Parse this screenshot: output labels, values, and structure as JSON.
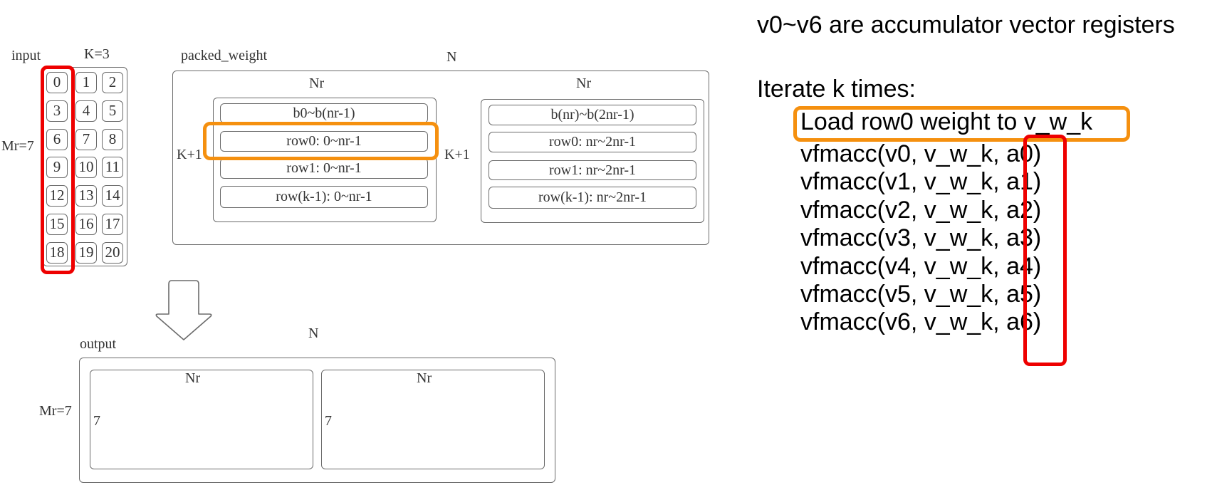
{
  "input": {
    "title": "input",
    "k_label": "K=3",
    "mr_label": "Mr=7",
    "cells": [
      [
        "0",
        "1",
        "2"
      ],
      [
        "3",
        "4",
        "5"
      ],
      [
        "6",
        "7",
        "8"
      ],
      [
        "9",
        "10",
        "11"
      ],
      [
        "12",
        "13",
        "14"
      ],
      [
        "15",
        "16",
        "17"
      ],
      [
        "18",
        "19",
        "20"
      ]
    ]
  },
  "packed_weight": {
    "title": "packed_weight",
    "n_label": "N",
    "blocks": [
      {
        "nr_label": "Nr",
        "k_label": "K+1",
        "rows": [
          "b0~b(nr-1)",
          "row0: 0~nr-1",
          "row1: 0~nr-1",
          "row(k-1): 0~nr-1"
        ]
      },
      {
        "nr_label": "Nr",
        "k_label": "K+1",
        "rows": [
          "b(nr)~b(2nr-1)",
          "row0: nr~2nr-1",
          "row1: nr~2nr-1",
          "row(k-1): nr~2nr-1"
        ]
      }
    ]
  },
  "arrow": {
    "icon": "down-arrow-icon"
  },
  "output": {
    "title": "output",
    "n_label": "N",
    "mr_label": "Mr=7",
    "blocks": [
      {
        "nr_label": "Nr",
        "m_label": "7"
      },
      {
        "nr_label": "Nr",
        "m_label": "7"
      }
    ]
  },
  "explanation": {
    "header": "v0~v6 are accumulator vector registers",
    "loop_title": "Iterate k times:",
    "load_line": "Load row0 weight to v_w_k",
    "vfmacc_lines": [
      {
        "prefix": "vfmacc(v0, v_w_k, ",
        "arg": "a0",
        "suffix": ")"
      },
      {
        "prefix": "vfmacc(v1, v_w_k, ",
        "arg": "a1",
        "suffix": ")"
      },
      {
        "prefix": "vfmacc(v2, v_w_k, ",
        "arg": "a2",
        "suffix": ")"
      },
      {
        "prefix": "vfmacc(v3, v_w_k, ",
        "arg": "a3",
        "suffix": ")"
      },
      {
        "prefix": "vfmacc(v4, v_w_k, ",
        "arg": "a4",
        "suffix": ")"
      },
      {
        "prefix": "vfmacc(v5, v_w_k, ",
        "arg": "a5",
        "suffix": ")"
      },
      {
        "prefix": "vfmacc(v6, v_w_k, ",
        "arg": "a6",
        "suffix": ")"
      }
    ]
  },
  "highlights": {
    "red": "#ee0000",
    "orange": "#f5900f"
  }
}
